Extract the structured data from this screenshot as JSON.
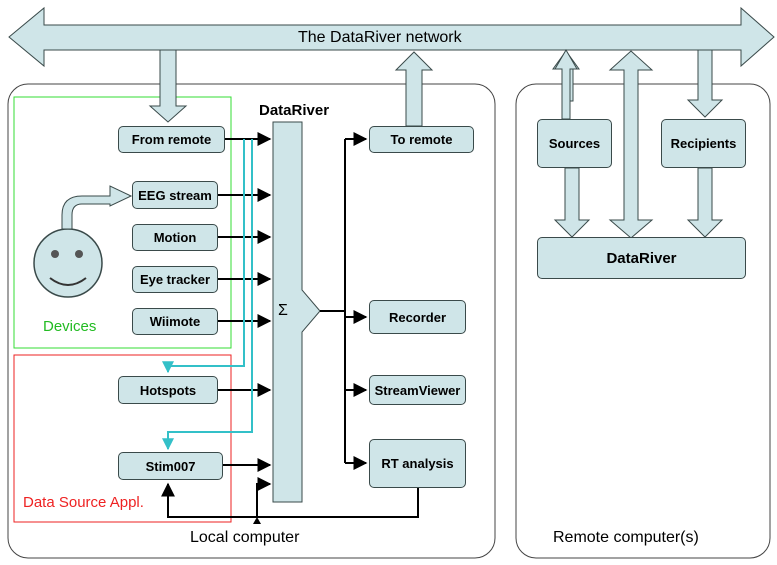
{
  "network": {
    "title": "The DataRiver network"
  },
  "local": {
    "label": "Local computer",
    "datariver_label": "DataRiver",
    "sum_symbol": "Σ",
    "devices_label": "Devices",
    "data_source_label": "Data Source Appl.",
    "inputs": {
      "from_remote": "From remote",
      "eeg_stream": "EEG stream",
      "motion": "Motion",
      "eye_tracker": "Eye tracker",
      "wiimote": "Wiimote",
      "hotspots": "Hotspots",
      "stim007": "Stim007"
    },
    "outputs": {
      "to_remote": "To remote",
      "recorder": "Recorder",
      "streamviewer": "StreamViewer",
      "rt_analysis": "RT analysis"
    }
  },
  "remote": {
    "label": "Remote computer(s)",
    "sources": "Sources",
    "recipients": "Recipients",
    "datariver": "DataRiver"
  },
  "colors": {
    "fill": "#cfe5e8",
    "stroke": "#3a4a4a",
    "devices_border": "#33dd33",
    "data_source_border": "#ee2222",
    "devices_text": "#22bb22",
    "data_source_text": "#ee2222",
    "feedback_line": "#33c0c8"
  }
}
